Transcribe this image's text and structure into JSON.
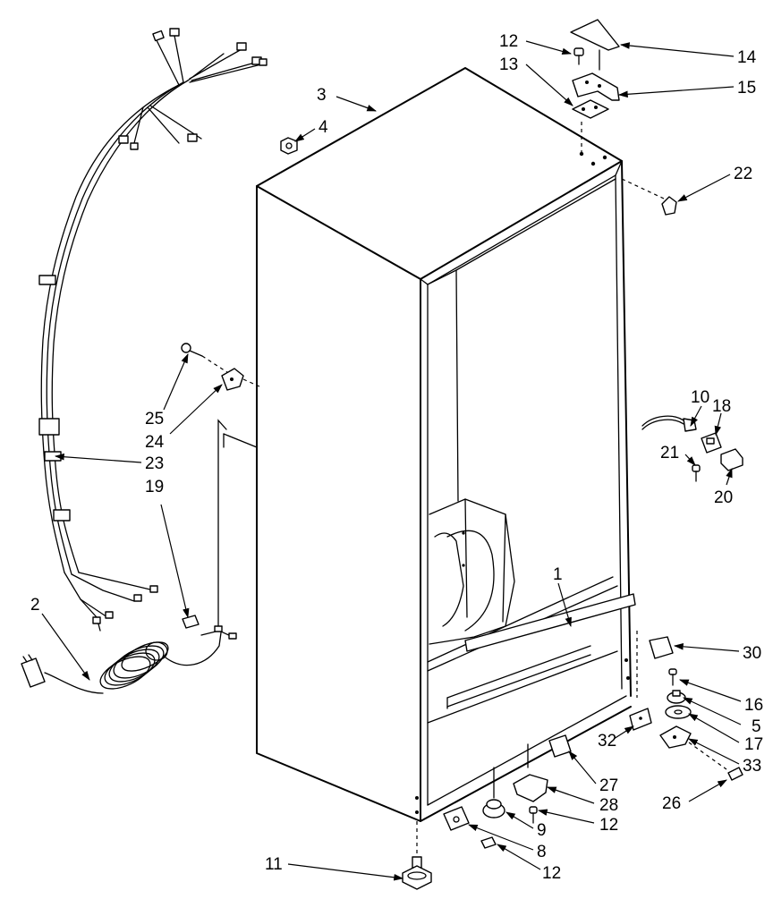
{
  "callouts": {
    "c1": "1",
    "c2": "2",
    "c3": "3",
    "c4": "4",
    "c5": "5",
    "c8": "8",
    "c9": "9",
    "c10": "10",
    "c11": "11",
    "c12a": "12",
    "c12b": "12",
    "c12c": "12",
    "c13": "13",
    "c14": "14",
    "c15": "15",
    "c16": "16",
    "c17": "17",
    "c18": "18",
    "c19": "19",
    "c20": "20",
    "c21": "21",
    "c22": "22",
    "c23": "23",
    "c24": "24",
    "c25": "25",
    "c26": "26",
    "c27": "27",
    "c28": "28",
    "c30": "30",
    "c32": "32",
    "c33": "33"
  }
}
